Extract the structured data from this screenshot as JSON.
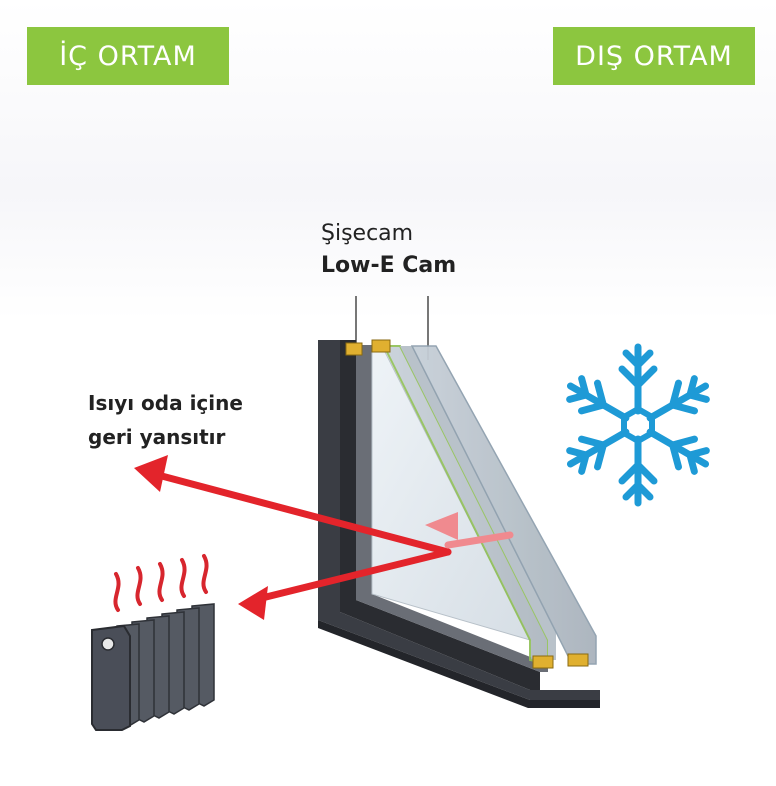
{
  "labels": {
    "inside": "İÇ ORTAM",
    "outside": "DIŞ ORTAM",
    "glass_line1": "Şişecam",
    "glass_line2": "Low-E Cam",
    "reflect_line1": "Isıyı oda içine",
    "reflect_line2": "geri yansıtır"
  },
  "colors": {
    "badge_green": "#8cc63f",
    "heat_arrow": "#e3242b",
    "snowflake": "#1e9ad6",
    "frame": "#3a3d44",
    "radiator": "#4a4e58"
  },
  "icons": {
    "snowflake": "snowflake-icon",
    "radiator": "radiator-icon",
    "window": "double-glazing-window"
  }
}
